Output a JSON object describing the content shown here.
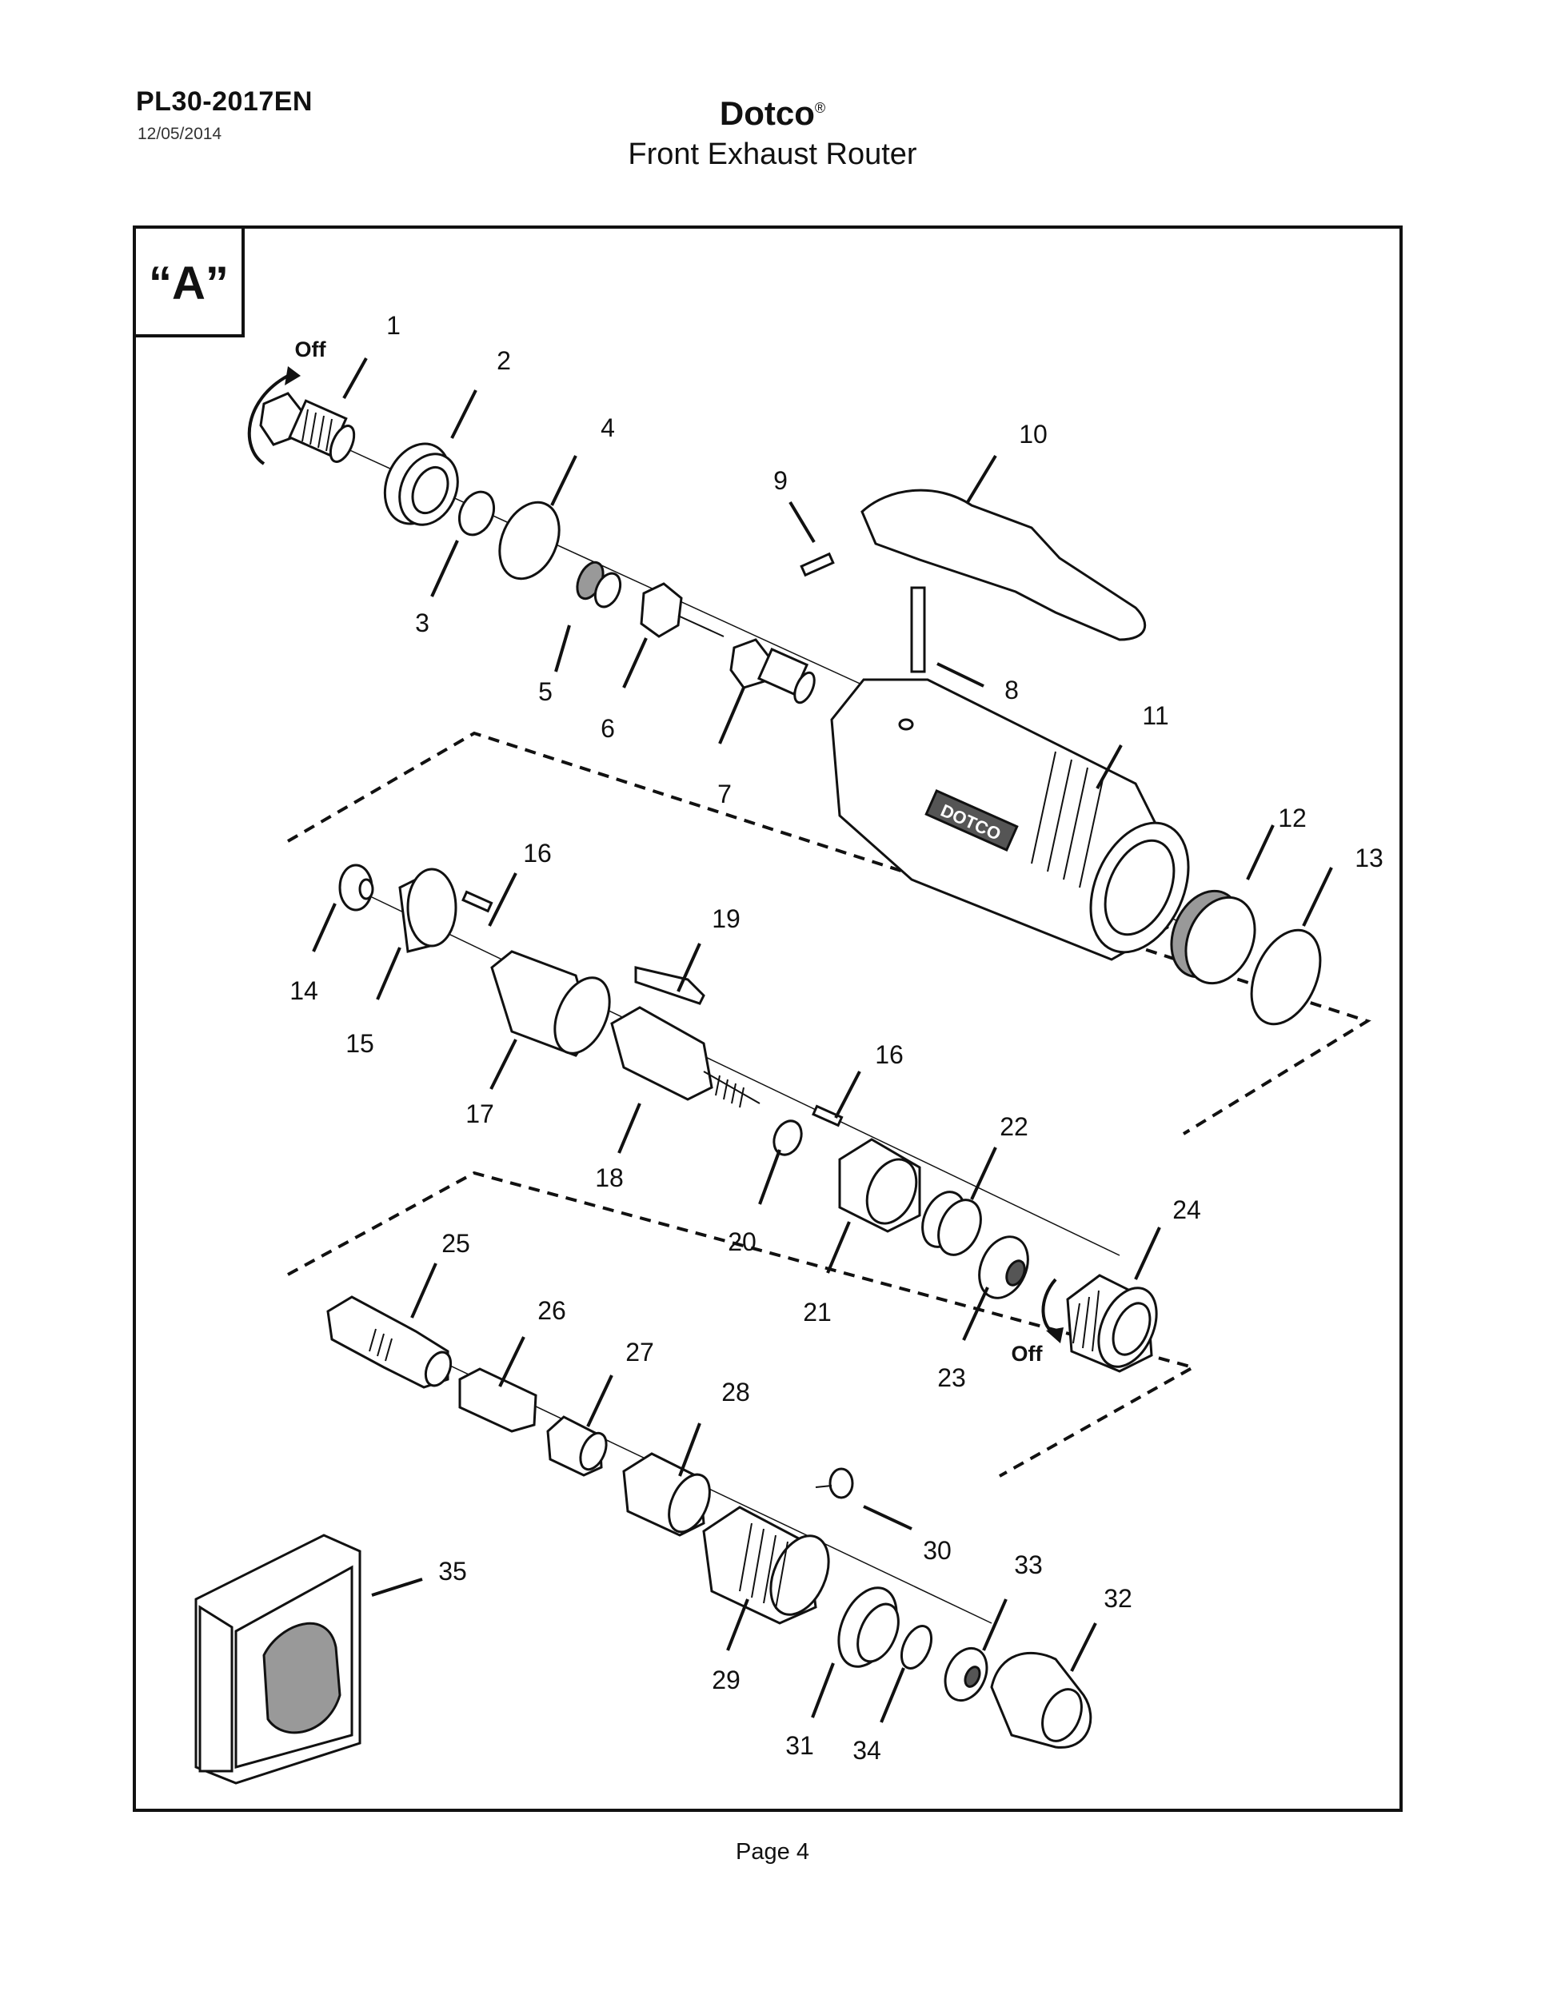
{
  "header": {
    "doc_number": "PL30-2017EN",
    "date": "12/05/2014",
    "brand": "Dotco",
    "brand_mark": "®",
    "subtitle": "Front Exhaust Router"
  },
  "view_label": "“A”",
  "off_label": "Off",
  "callouts": [
    "1",
    "2",
    "3",
    "4",
    "5",
    "6",
    "7",
    "8",
    "9",
    "10",
    "11",
    "12",
    "13",
    "14",
    "15",
    "16",
    "16",
    "17",
    "18",
    "19",
    "20",
    "21",
    "22",
    "23",
    "24",
    "25",
    "26",
    "27",
    "28",
    "29",
    "30",
    "31",
    "32",
    "33",
    "34",
    "35"
  ],
  "housing_logo_text": "DOTCO",
  "footer": {
    "page": "Page 4"
  }
}
